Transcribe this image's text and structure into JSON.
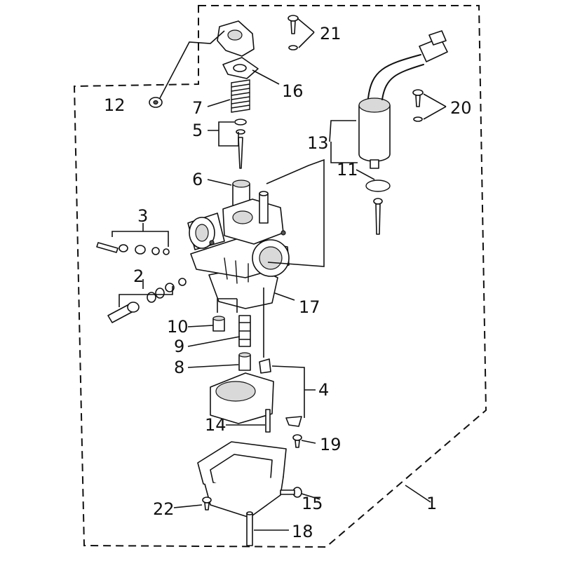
{
  "colors": {
    "line": "#111111",
    "background": "#ffffff",
    "shade": "#d9d9d9"
  },
  "labels": {
    "p1": "1",
    "p2": "2",
    "p3": "3",
    "p4": "4",
    "p5": "5",
    "p6": "6",
    "p7": "7",
    "p8": "8",
    "p9": "9",
    "p10": "10",
    "p11": "11",
    "p12": "12",
    "p13": "13",
    "p14": "14",
    "p15": "15",
    "p16": "16",
    "p17": "17",
    "p18": "18",
    "p19": "19",
    "p20": "20",
    "p21": "21",
    "p22": "22"
  }
}
